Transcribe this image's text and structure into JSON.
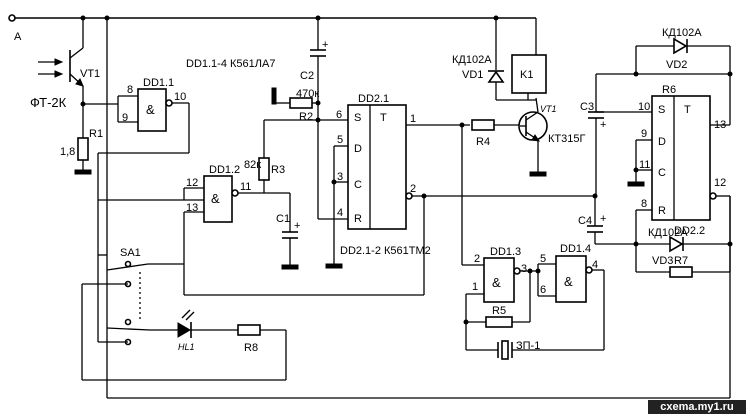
{
  "node_a": "A",
  "phototransistor": {
    "ref": "VT1",
    "type": "ФТ-2К"
  },
  "r1": {
    "ref": "R1",
    "value": "1,8"
  },
  "dd1_title": "DD1.1-4 К561ЛА7",
  "dd11": {
    "ref": "DD1.1",
    "sym": "&",
    "pin_a": "8",
    "pin_b": "9",
    "pin_out": "10"
  },
  "dd12": {
    "ref": "DD1.2",
    "sym": "&",
    "pin_a": "12",
    "pin_b": "13",
    "pin_out": "11"
  },
  "dd13": {
    "ref": "DD1.3",
    "sym": "&",
    "pin_a": "2",
    "pin_b": "1",
    "pin_out": "3"
  },
  "dd14": {
    "ref": "DD1.4",
    "sym": "&",
    "pin_a": "5",
    "pin_b": "6",
    "pin_out": "4"
  },
  "c1": "C1",
  "c2": "C2",
  "c3": "C3",
  "c4": "C4",
  "plus": "+",
  "r2": {
    "ref": "R2",
    "value": "470к"
  },
  "r3": {
    "ref": "R3",
    "value": "82к"
  },
  "r4": "R4",
  "r5": "R5",
  "r6": "R6",
  "r7": "R7",
  "r8": "R8",
  "dd21": {
    "ref": "DD2.1",
    "s": "S",
    "d": "D",
    "c": "C",
    "r": "R",
    "t": "T",
    "pin_s": "6",
    "pin_d": "5",
    "pin_c": "3",
    "pin_r": "4",
    "pin_q": "1",
    "pin_nq": "2"
  },
  "dd22": {
    "ref": "DD2.2",
    "s": "S",
    "d": "D",
    "c": "C",
    "r": "R",
    "t": "T",
    "pin_s": "10",
    "pin_d": "9",
    "pin_c": "11",
    "pin_r": "8",
    "pin_q": "13",
    "pin_nq": "12"
  },
  "dd2_title": "DD2.1-2 К561ТМ2",
  "vd1": {
    "ref": "VD1",
    "type": "КД102А"
  },
  "vd2": {
    "ref": "VD2",
    "type": "КД102А"
  },
  "vd3": {
    "ref": "VD3",
    "type": "КД102А"
  },
  "k1": "K1",
  "vt1_npn": {
    "ref": "VT1",
    "type": "КТ315Г"
  },
  "sa1": "SA1",
  "hl1": "HL1",
  "zp1": "ЗП-1",
  "watermark": "cxema.my1.ru"
}
